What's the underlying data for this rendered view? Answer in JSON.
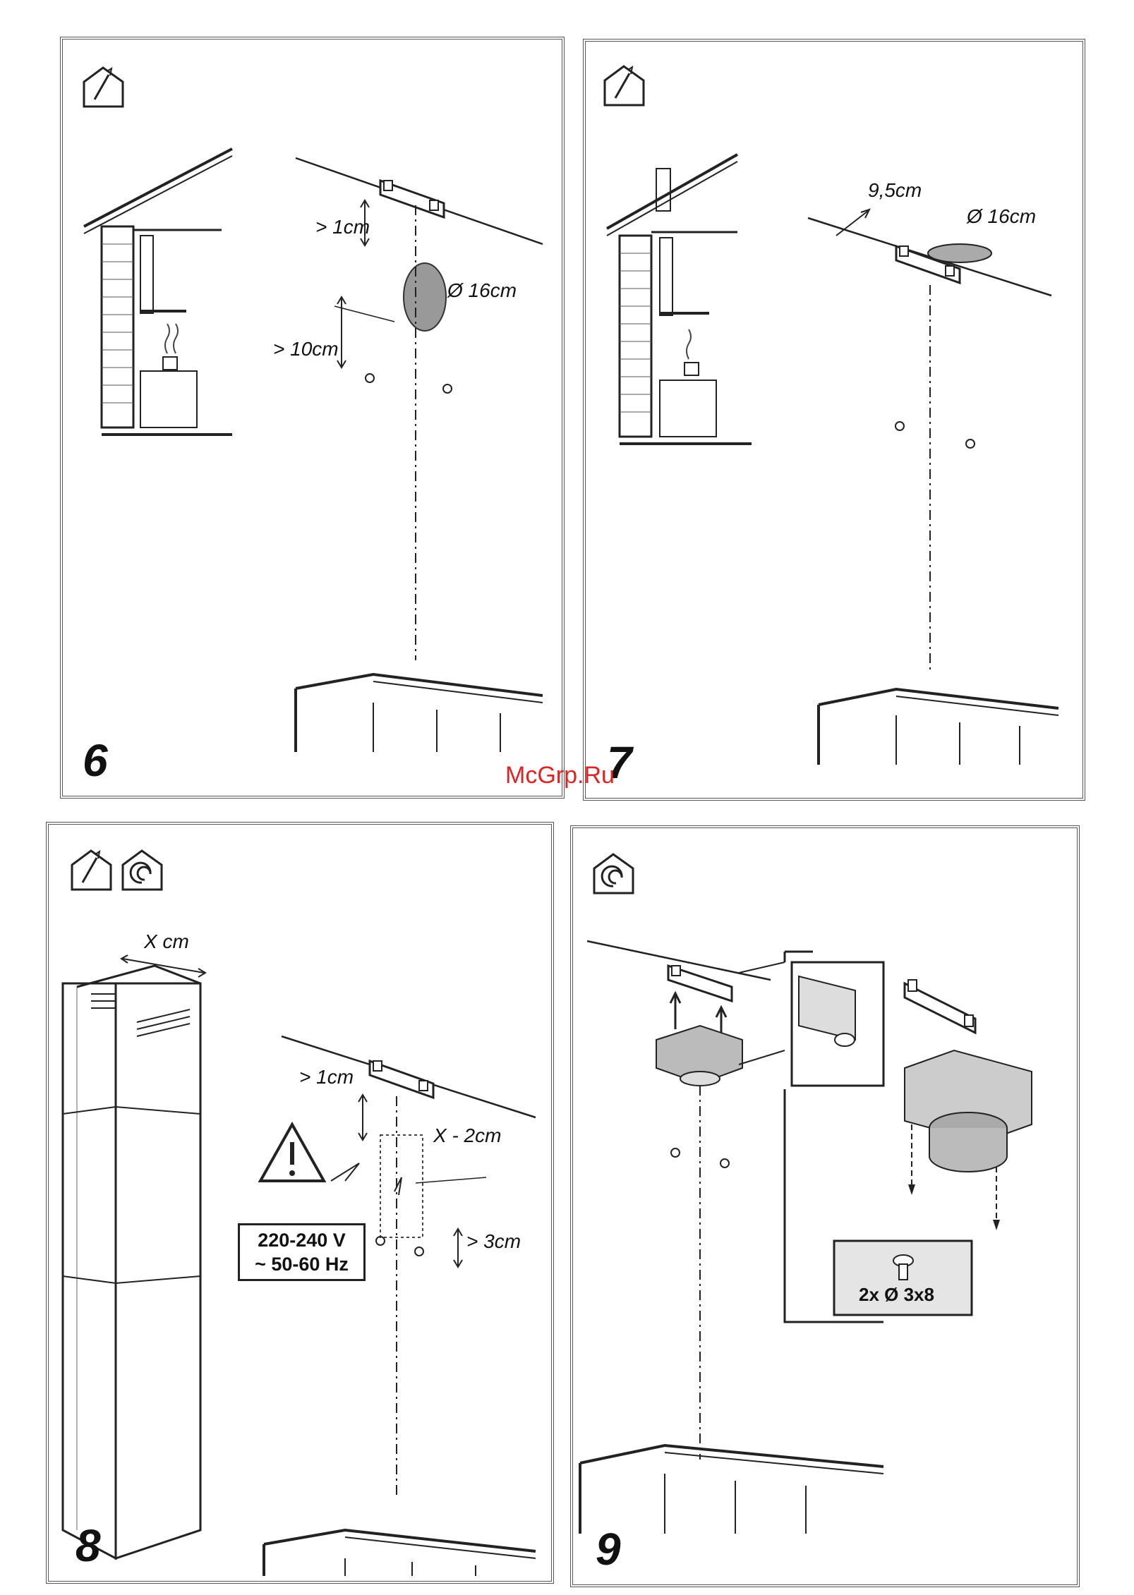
{
  "watermark": "McGrp.Ru",
  "panels": [
    {
      "step": "6",
      "icons": [
        "house-chimney-icon"
      ],
      "labels": {
        "gap_top": "> 1cm",
        "diameter": "Ø 16cm",
        "gap_bottom": "> 10cm"
      }
    },
    {
      "step": "7",
      "icons": [
        "house-chimney-icon"
      ],
      "labels": {
        "offset": "9,5cm",
        "diameter": "Ø 16cm"
      }
    },
    {
      "step": "8",
      "icons": [
        "house-chimney-icon",
        "house-recirculation-icon"
      ],
      "labels": {
        "width": "X cm",
        "gap_top": "> 1cm",
        "socket_width": "X - 2cm",
        "gap_bottom": "> 3cm"
      },
      "warning": {
        "line1": "220-240 V",
        "line2": "~ 50-60 Hz"
      }
    },
    {
      "step": "9",
      "icons": [
        "house-recirculation-icon"
      ],
      "screws": "2x Ø 3x8"
    }
  ]
}
